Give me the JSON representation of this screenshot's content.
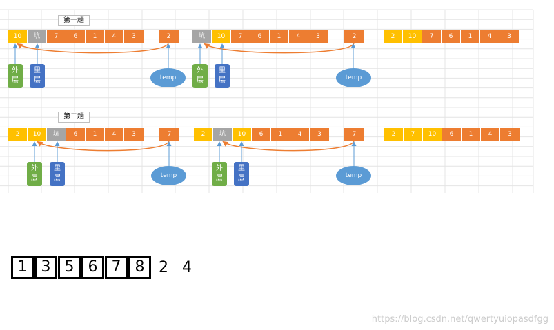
{
  "colors": {
    "orange": "#ED7D31",
    "yellow": "#FFC000",
    "gray": "#A5A5A5",
    "green": "#70AD47",
    "blue": "#4472C4",
    "ellipse": "#5B9BD5",
    "arrow_orange": "#ED7D31",
    "arrow_blue": "#5B9BD5"
  },
  "pass1": {
    "label": "第一趟",
    "rowA": [
      {
        "text": "10",
        "color": "yellow"
      },
      {
        "text": "坑",
        "color": "gray"
      },
      {
        "text": "7",
        "color": "orange"
      },
      {
        "text": "6",
        "color": "orange"
      },
      {
        "text": "1",
        "color": "orange"
      },
      {
        "text": "4",
        "color": "orange"
      },
      {
        "text": "3",
        "color": "orange"
      }
    ],
    "tempA": "2",
    "rowB": [
      {
        "text": "坑",
        "color": "gray"
      },
      {
        "text": "10",
        "color": "yellow"
      },
      {
        "text": "7",
        "color": "orange"
      },
      {
        "text": "6",
        "color": "orange"
      },
      {
        "text": "1",
        "color": "orange"
      },
      {
        "text": "4",
        "color": "orange"
      },
      {
        "text": "3",
        "color": "orange"
      }
    ],
    "tempB": "2",
    "rowC": [
      {
        "text": "2",
        "color": "yellow"
      },
      {
        "text": "10",
        "color": "yellow"
      },
      {
        "text": "7",
        "color": "orange"
      },
      {
        "text": "6",
        "color": "orange"
      },
      {
        "text": "1",
        "color": "orange"
      },
      {
        "text": "4",
        "color": "orange"
      },
      {
        "text": "3",
        "color": "orange"
      }
    ]
  },
  "pass2": {
    "label": "第二趟",
    "rowA": [
      {
        "text": "2",
        "color": "yellow"
      },
      {
        "text": "10",
        "color": "yellow"
      },
      {
        "text": "坑",
        "color": "gray"
      },
      {
        "text": "6",
        "color": "orange"
      },
      {
        "text": "1",
        "color": "orange"
      },
      {
        "text": "4",
        "color": "orange"
      },
      {
        "text": "3",
        "color": "orange"
      }
    ],
    "tempA": "7",
    "rowB": [
      {
        "text": "2",
        "color": "yellow"
      },
      {
        "text": "坑",
        "color": "gray"
      },
      {
        "text": "10",
        "color": "yellow"
      },
      {
        "text": "6",
        "color": "orange"
      },
      {
        "text": "1",
        "color": "orange"
      },
      {
        "text": "4",
        "color": "orange"
      },
      {
        "text": "3",
        "color": "orange"
      }
    ],
    "tempB": "7",
    "rowC": [
      {
        "text": "2",
        "color": "yellow"
      },
      {
        "text": "7",
        "color": "yellow"
      },
      {
        "text": "10",
        "color": "yellow"
      },
      {
        "text": "6",
        "color": "orange"
      },
      {
        "text": "1",
        "color": "orange"
      },
      {
        "text": "4",
        "color": "orange"
      },
      {
        "text": "3",
        "color": "orange"
      }
    ]
  },
  "tags": {
    "outer": [
      "外",
      "层"
    ],
    "inner": [
      "里",
      "层"
    ],
    "temp": "temp"
  },
  "sequence": {
    "boxed": [
      "1",
      "3",
      "5",
      "6",
      "7",
      "8"
    ],
    "tail": [
      "2",
      "4"
    ]
  },
  "watermark": "https://blog.csdn.net/qwertyuiopasdfgg"
}
